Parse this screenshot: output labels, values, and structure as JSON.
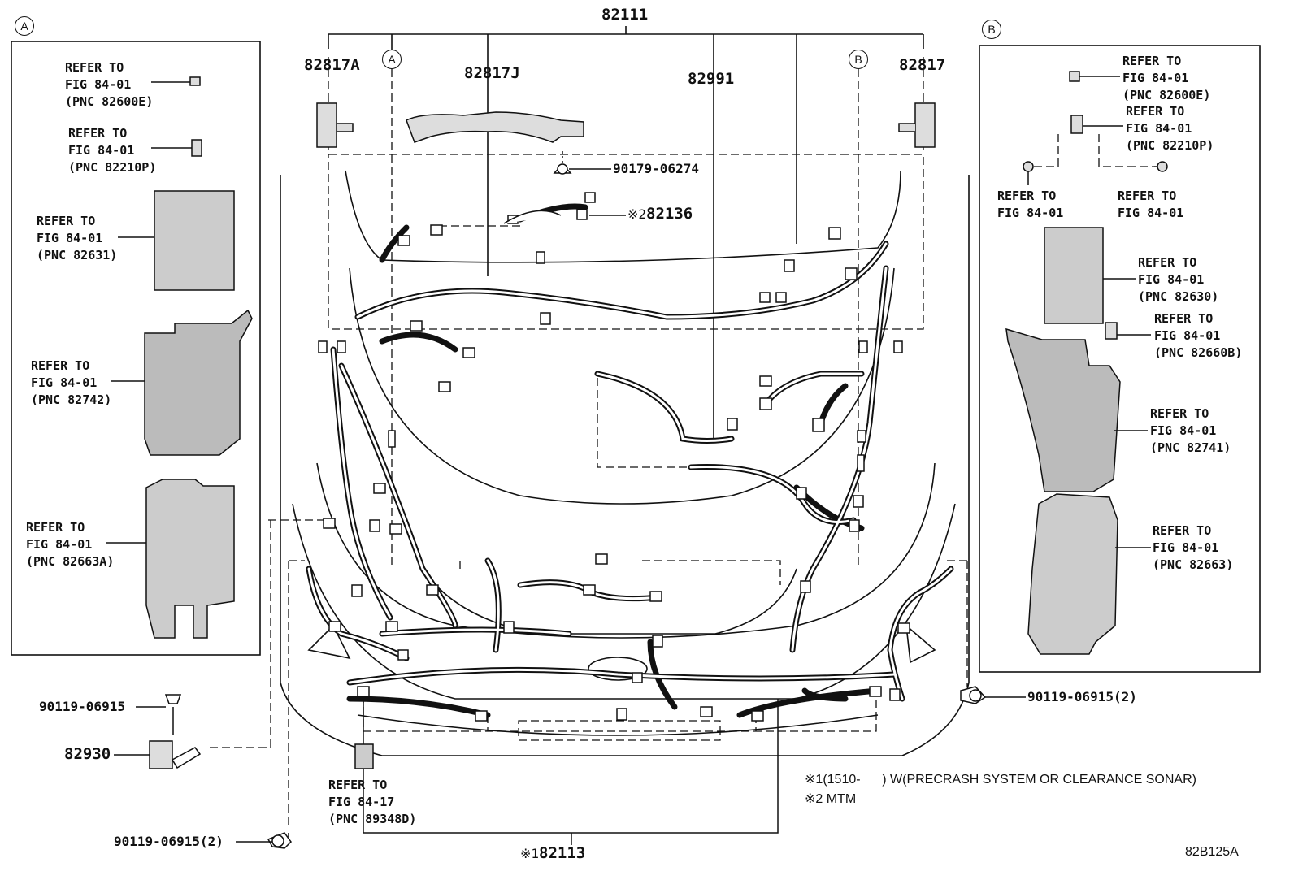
{
  "insets": {
    "a_label": "A",
    "b_label": "B"
  },
  "parts": {
    "p82111": "82111",
    "p82817a": "82817A",
    "p82817j": "82817J",
    "p82991": "82991",
    "p82817": "82817",
    "p90179": "90179-06274",
    "p82136_prefix": "※2",
    "p82136": "82136",
    "p90119_left": "90119-06915",
    "p82930": "82930",
    "p90119_right": "90119-06915(2)",
    "p90119_bottom": "90119-06915(2)",
    "p82113_prefix": "※1",
    "p82113": "82113",
    "diagram_code": "82B125A"
  },
  "refers_a": [
    {
      "l1": "REFER TO",
      "l2": "FIG 84-01",
      "l3": "(PNC 82600E)"
    },
    {
      "l1": "REFER TO",
      "l2": "FIG 84-01",
      "l3": "(PNC 82210P)"
    },
    {
      "l1": "REFER TO",
      "l2": "FIG 84-01",
      "l3": "(PNC 82631)"
    },
    {
      "l1": "REFER TO",
      "l2": "FIG 84-01",
      "l3": "(PNC 82742)"
    },
    {
      "l1": "REFER TO",
      "l2": "FIG 84-01",
      "l3": "(PNC 82663A)"
    }
  ],
  "refers_b": [
    {
      "l1": "REFER TO",
      "l2": "FIG 84-01",
      "l3": "(PNC 82600E)"
    },
    {
      "l1": "REFER TO",
      "l2": "FIG 84-01",
      "l3": "(PNC 82210P)"
    },
    {
      "l1": "REFER TO",
      "l2": "FIG 84-01"
    },
    {
      "l1": "REFER TO",
      "l2": "FIG 84-01"
    },
    {
      "l1": "REFER TO",
      "l2": "FIG 84-01",
      "l3": "(PNC 82630)"
    },
    {
      "l1": "REFER TO",
      "l2": "FIG 84-01",
      "l3": "(PNC 82660B)"
    },
    {
      "l1": "REFER TO",
      "l2": "FIG 84-01",
      "l3": "(PNC 82741)"
    },
    {
      "l1": "REFER TO",
      "l2": "FIG 84-01",
      "l3": "(PNC 82663)"
    }
  ],
  "refer_bottom": {
    "l1": "REFER TO",
    "l2": "FIG 84-17",
    "l3": "(PNC 89348D)"
  },
  "notes": {
    "n1_mark": "※1",
    "n1_text": "(1510-      ) W(PRECRASH SYSTEM OR CLEARANCE SONAR)",
    "n2_mark": "※2",
    "n2_text": "MTM"
  }
}
